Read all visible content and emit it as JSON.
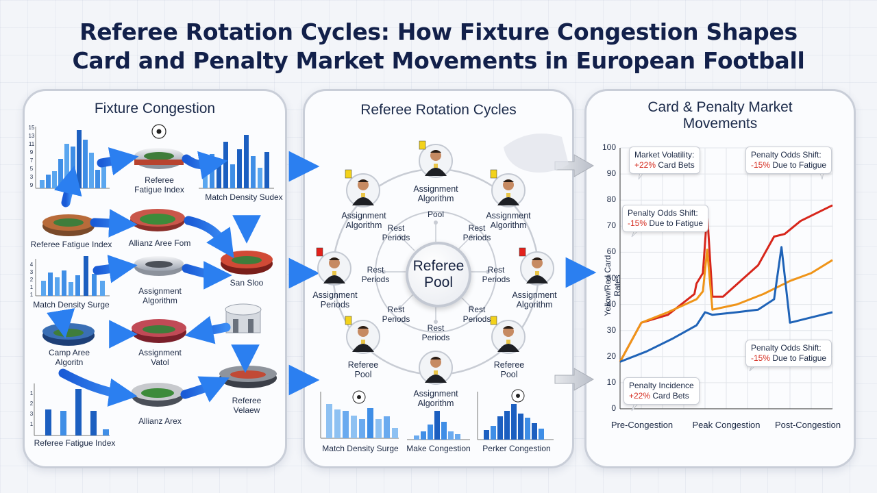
{
  "title": {
    "line1": "Referee Rotation Cycles: How Fixture Congestion Shapes",
    "line2": "Card and Penalty Market Movements in European Football"
  },
  "panel1": {
    "title": "Fixture Congestion",
    "labels": {
      "referee_fatigue_index_top": "Referee\nFatigue Index",
      "match_density_sudex": "Match Density Sudex",
      "referee_fatigue_index_left": "Referee Fatigue Index",
      "allianz_aree_fom": "Allianz Aree Fom",
      "san_sloo": "San Sloo",
      "assignment_algorithm": "Assignment\nAlgorithm",
      "match_density_surge": "Match Density Surge",
      "camp_aree_algoritn": "Camp Aree\nAlgoritn",
      "assignment_vatol": "Assignment\nVatol",
      "referee_velaew": "Referee\nVelaew",
      "allianz_arex": "Allianz Arex",
      "referee_fatigue_index_bottom": "Referee Fatigue Index"
    },
    "mini_axis_top": [
      "15",
      "13",
      "11",
      "9",
      "7",
      "5",
      "3",
      "9"
    ],
    "mini_axis_mid": [
      "4",
      "3",
      "2",
      "1",
      "1"
    ],
    "mini_axis_bottom": [
      "1",
      "2",
      "3",
      "1"
    ]
  },
  "panel2": {
    "title": "Referee Rotation Cycles",
    "pool_label": "Referee\nPool",
    "nodes": {
      "top": "Assignment\nAlgorithm",
      "top_left": "Assignment\nAlgorithm",
      "top_right": "Assignment\nAlgorithm",
      "left": "Assignment\nPeriods",
      "right": "Assignment\nAlgorithm",
      "bottom_left": "Referee\nPool",
      "bottom_right": "Referee\nPool",
      "bottom": "Assignment\nAlgorithm"
    },
    "inner": {
      "pool": "Pool",
      "rest_tl": "Rest\nPeriods",
      "rest_tr": "Rest\nPeriods",
      "rest_l": "Rest\nPeriods",
      "rest_r": "Rest\nPeriods",
      "rest_bl": "Rest\nPeriods",
      "rest_br": "Rest\nPeriods",
      "rest_b": "Rest\nPeriods"
    },
    "bottom_charts": [
      "Match Density Surge",
      "Make Congestion",
      "Perker Congestion"
    ]
  },
  "panel3": {
    "title": "Card & Penalty Market\nMovements",
    "callouts": {
      "volatility": {
        "line1": "Market Volatility:",
        "value": "+22%",
        "rest": " Card Bets"
      },
      "odds_top": {
        "line1": "Penalty Odds Shift:",
        "value": "-15%",
        "rest": " Due to Fatigue"
      },
      "odds_mid": {
        "line1": "Penalty Odds Shift:",
        "value": "-15%",
        "rest": " Due to Fatigue"
      },
      "odds_low": {
        "line1": "Penalty Odds Shift:",
        "value": "-15%",
        "rest": " Due to Fatigue"
      },
      "incidence": {
        "line1": "Penalty Incidence",
        "value": "+22%",
        "rest": " Card Bets"
      }
    }
  },
  "chart_data": {
    "type": "line",
    "title": "Card & Penalty Market Movements",
    "xlabel": "",
    "ylabel": "Yellow/Red Card Rates",
    "ylim": [
      0,
      100
    ],
    "yticks": [
      "0",
      "10",
      "20",
      "30",
      "40",
      "50",
      "60",
      "70",
      "80",
      "90",
      "100"
    ],
    "categories": [
      "Pre-Congestion",
      "Peak Congestion",
      "Post-Congestion"
    ],
    "x_range": [
      0,
      2
    ],
    "series": [
      {
        "color": "#d7261b",
        "points": [
          [
            0,
            18
          ],
          [
            0.2,
            33
          ],
          [
            0.45,
            36
          ],
          [
            0.7,
            44
          ],
          [
            0.72,
            48
          ],
          [
            0.78,
            52
          ],
          [
            0.82,
            75
          ],
          [
            0.87,
            43
          ],
          [
            0.97,
            43
          ],
          [
            1.3,
            55
          ],
          [
            1.45,
            66
          ],
          [
            1.55,
            67
          ],
          [
            1.7,
            72
          ],
          [
            2.0,
            78
          ]
        ]
      },
      {
        "color": "#ef9418",
        "points": [
          [
            0,
            18
          ],
          [
            0.2,
            33
          ],
          [
            0.45,
            37
          ],
          [
            0.72,
            42
          ],
          [
            0.78,
            45
          ],
          [
            0.82,
            61
          ],
          [
            0.87,
            38
          ],
          [
            1.1,
            40
          ],
          [
            1.35,
            44
          ],
          [
            1.6,
            49
          ],
          [
            1.8,
            52
          ],
          [
            2.0,
            57
          ]
        ]
      },
      {
        "color": "#1f63b7",
        "points": [
          [
            0,
            18
          ],
          [
            0.25,
            22
          ],
          [
            0.5,
            27
          ],
          [
            0.72,
            32
          ],
          [
            0.8,
            37
          ],
          [
            0.87,
            36
          ],
          [
            1.1,
            37
          ],
          [
            1.3,
            38
          ],
          [
            1.45,
            42
          ],
          [
            1.52,
            62
          ],
          [
            1.6,
            33
          ],
          [
            1.8,
            35
          ],
          [
            2.0,
            37
          ]
        ]
      }
    ],
    "grid": true,
    "legend": "none"
  },
  "colors": {
    "arrow_blue": "#1f6fe0",
    "bar_light": "#5aa6ef",
    "bar_dark": "#1c5fc0",
    "panel_border": "#c9ced8",
    "title": "#12204a"
  }
}
